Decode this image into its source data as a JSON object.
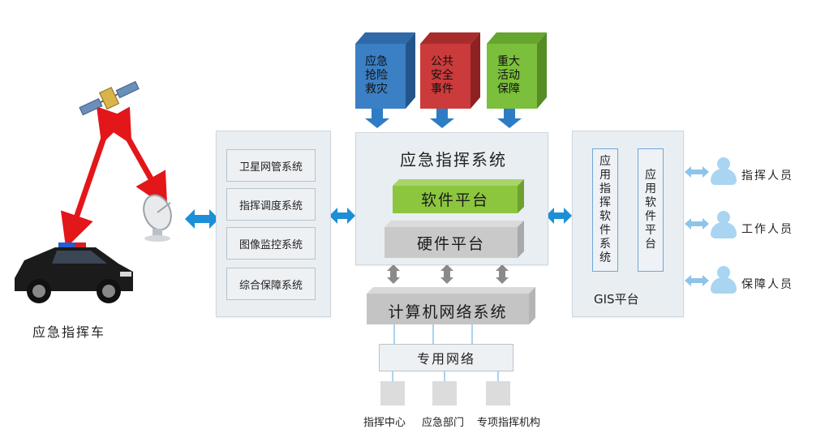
{
  "vehicle": {
    "label": "应急指挥车"
  },
  "left_panel": {
    "items": [
      "卫星网管系统",
      "指挥调度系统",
      "图像监控系统",
      "综合保障系统"
    ]
  },
  "top_cubes": [
    {
      "label": "应急抢险救灾",
      "color": "#3b7fc4"
    },
    {
      "label": "公共安全事件",
      "color": "#cc3b3b"
    },
    {
      "label": "重大活动保障",
      "color": "#7bbf3c"
    }
  ],
  "center": {
    "title": "应急指挥系统",
    "software": "软件平台",
    "hardware": "硬件平台",
    "network": "计算机网络系统",
    "private_net": "专用网络"
  },
  "right_panel": {
    "app1": "应用指挥软件系统",
    "app2": "应用软件平台",
    "gis": "GIS平台"
  },
  "people": [
    "指挥人员",
    "工作人员",
    "保障人员"
  ],
  "endpoints": [
    "指挥中心",
    "应急部门",
    "专项指挥机构"
  ],
  "colors": {
    "arrow_blue": "#1c8fd6",
    "arrow_red": "#e3161a",
    "arrow_gray": "#8a8a8a",
    "green_platform": "#8cc63f",
    "gray_platform": "#c9c9c9"
  }
}
